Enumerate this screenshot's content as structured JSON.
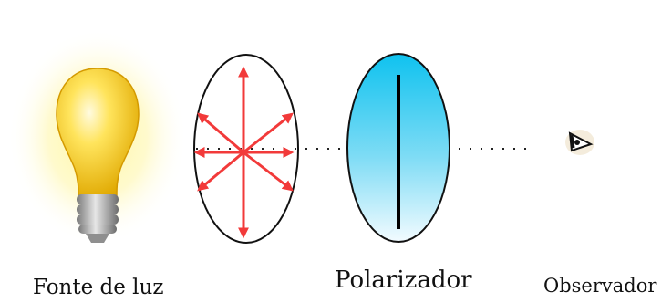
{
  "labels": {
    "source": "Fonte de luz",
    "polarizer": "Polarizador",
    "observer": "Observador"
  },
  "colors": {
    "bulb_glow": "#fff7b0",
    "bulb_yellow": "#f5c400",
    "bulb_base": "#9a9a9a",
    "arrow_red": "#f23a3a",
    "polarizer_top": "#17c6f0",
    "polarizer_bottom": "#eefaff",
    "outline": "#111111",
    "ray_dots": "#222222"
  },
  "icons": {
    "source": "light-bulb-icon",
    "observer": "eye-icon"
  }
}
